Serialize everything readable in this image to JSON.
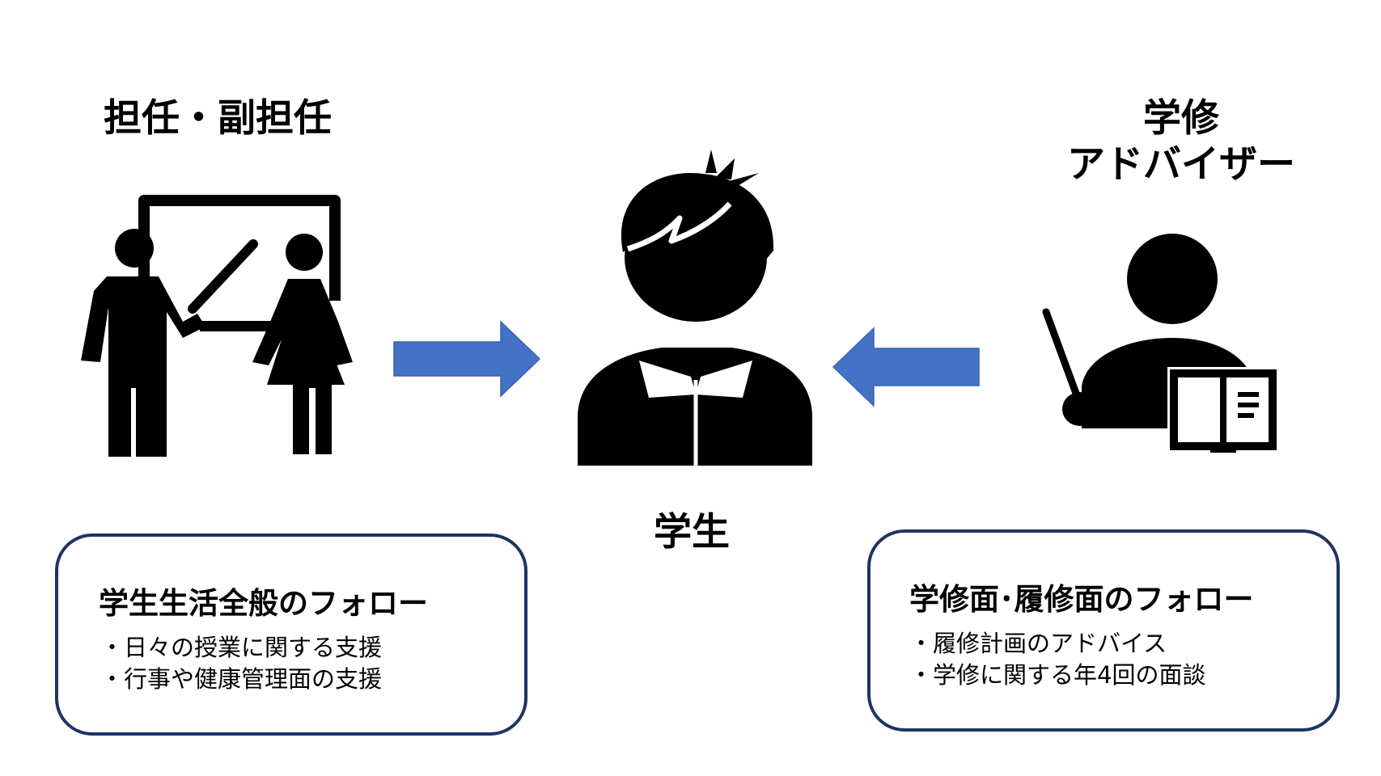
{
  "left": {
    "title": "担任・副担任",
    "icon": "teacher-pair-icon",
    "card": {
      "heading": "学生生活全般のフォロー",
      "items": [
        "・日々の授業に関する支援",
        "・行事や健康管理面の支援"
      ]
    }
  },
  "center": {
    "title": "学生",
    "icon": "student-icon"
  },
  "right": {
    "title_lines": [
      "学修",
      "アドバイザー"
    ],
    "icon": "advisor-icon",
    "card": {
      "heading": "学修面･履修面のフォロー",
      "items": [
        "・履修計画のアドバイス",
        "・学修に関する年4回の面談"
      ]
    }
  },
  "colors": {
    "arrow": "#4472c4",
    "card_border": "#1f3364",
    "icon": "#000000"
  }
}
